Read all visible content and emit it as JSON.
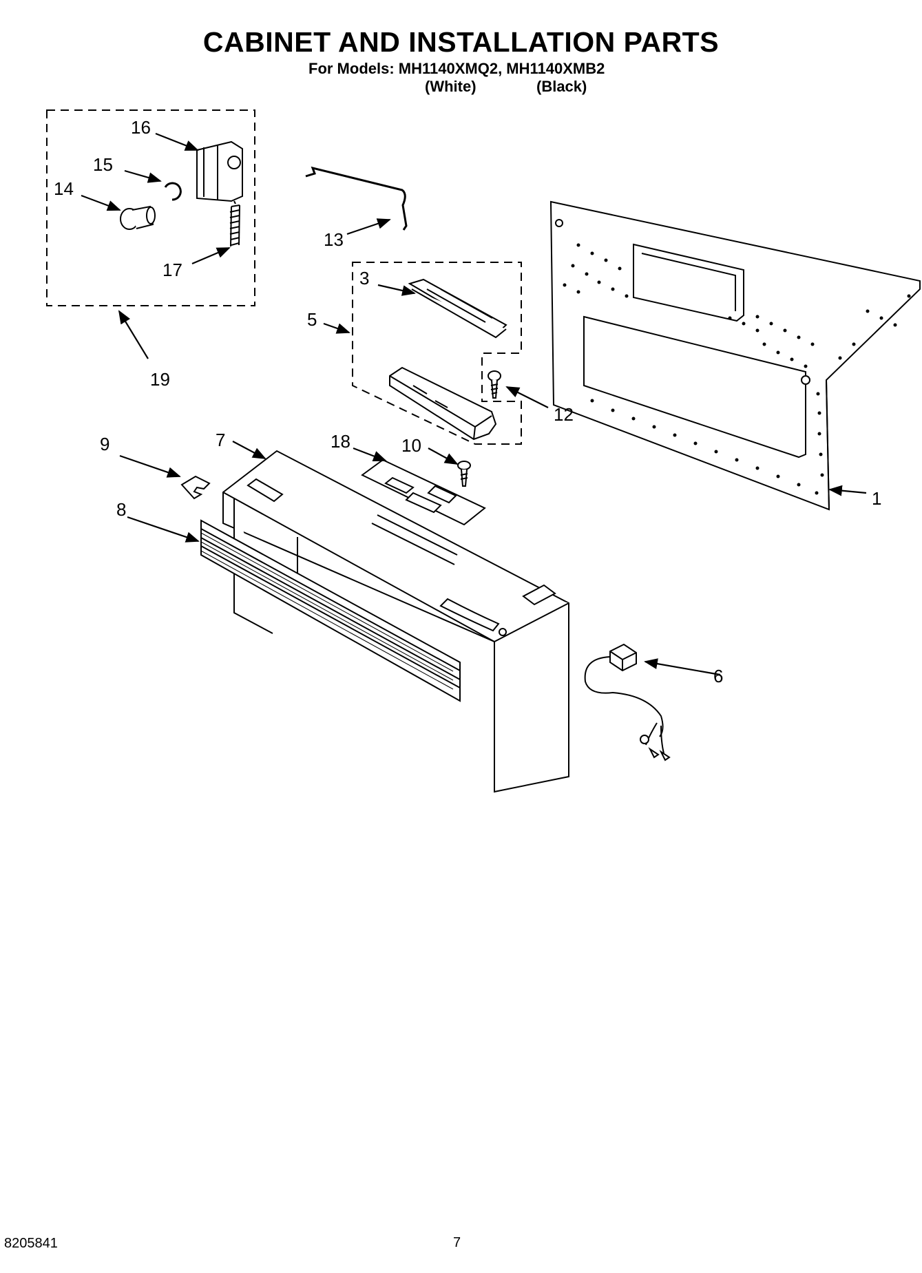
{
  "header": {
    "title": "CABINET AND INSTALLATION PARTS",
    "models_line": "For Models: MH1140XMQ2, MH1140XMB2",
    "variant_white": "(White)",
    "variant_black": "(Black)"
  },
  "callouts": {
    "c1": "1",
    "c3": "3",
    "c5": "5",
    "c6": "6",
    "c7": "7",
    "c8": "8",
    "c9": "9",
    "c10": "10",
    "c12": "12",
    "c13": "13",
    "c14": "14",
    "c15": "15",
    "c16": "16",
    "c17": "17",
    "c18": "18",
    "c19": "19"
  },
  "footer": {
    "doc_number": "8205841",
    "page_number": "7"
  }
}
